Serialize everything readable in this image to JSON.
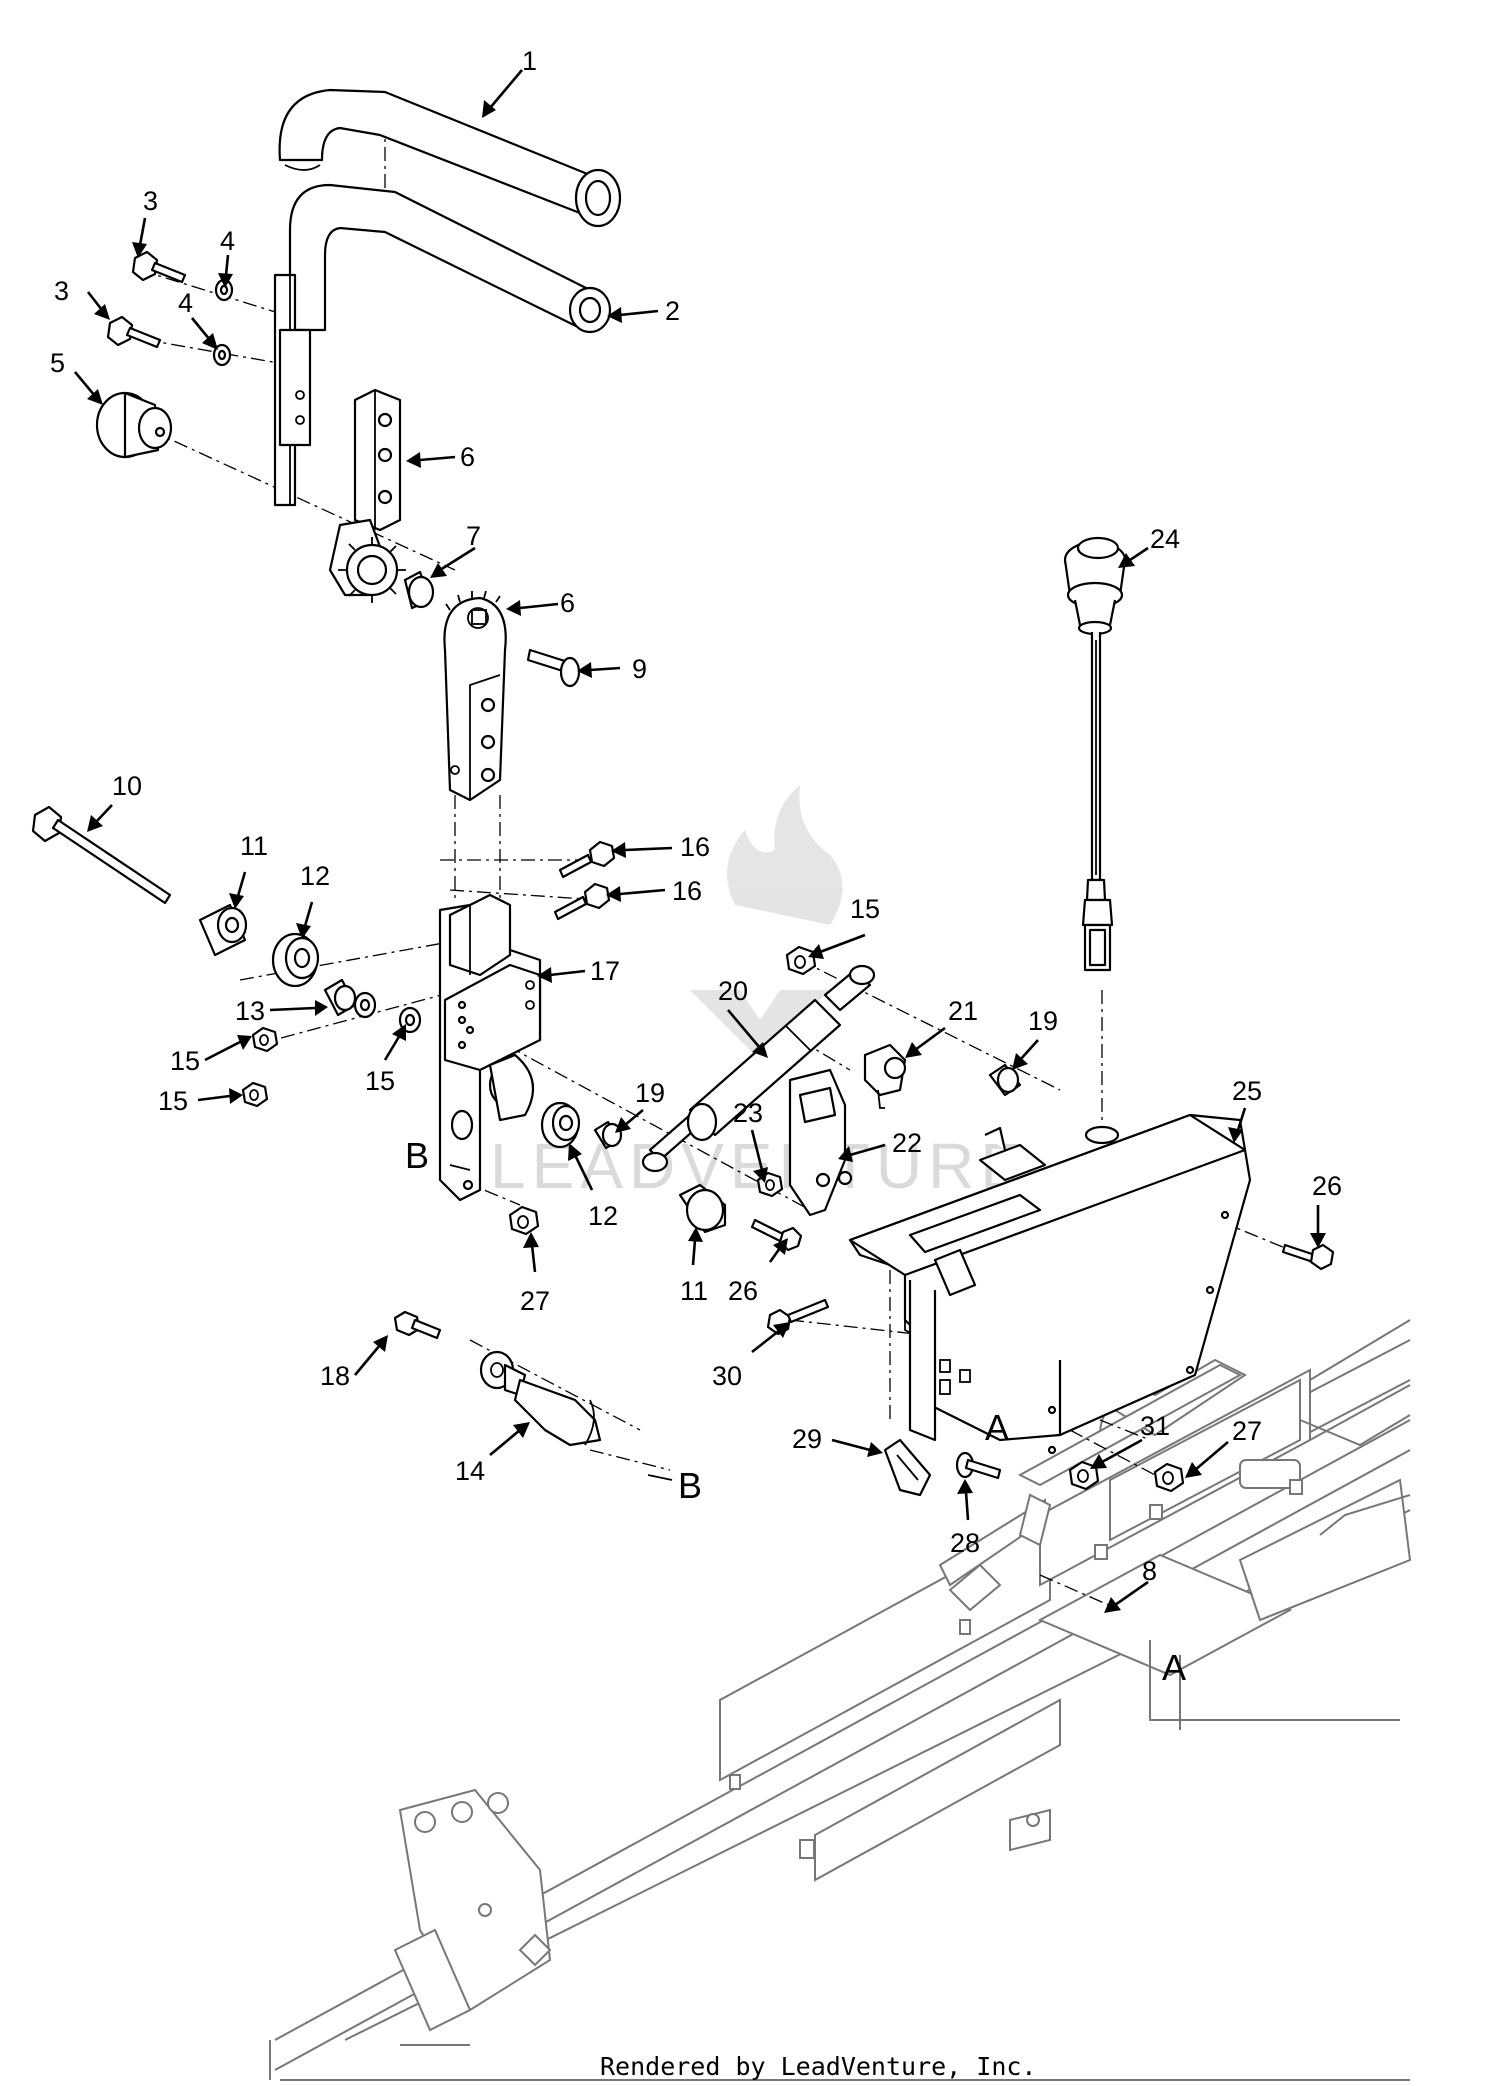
{
  "diagram": {
    "footer": "Rendered by LeadVenture, Inc.",
    "watermark": "LEADVENTURE",
    "reference_letters": [
      {
        "id": "B-upper",
        "text": "B"
      },
      {
        "id": "B-lower",
        "text": "B"
      },
      {
        "id": "A-upper",
        "text": "A"
      },
      {
        "id": "A-lower",
        "text": "A"
      }
    ],
    "callouts": [
      {
        "id": "c1",
        "label": "1"
      },
      {
        "id": "c2",
        "label": "2"
      },
      {
        "id": "c3a",
        "label": "3"
      },
      {
        "id": "c4a",
        "label": "4"
      },
      {
        "id": "c3b",
        "label": "3"
      },
      {
        "id": "c4b",
        "label": "4"
      },
      {
        "id": "c5",
        "label": "5"
      },
      {
        "id": "c6a",
        "label": "6"
      },
      {
        "id": "c7",
        "label": "7"
      },
      {
        "id": "c6b",
        "label": "6"
      },
      {
        "id": "c9",
        "label": "9"
      },
      {
        "id": "c24",
        "label": "24"
      },
      {
        "id": "c10",
        "label": "10"
      },
      {
        "id": "c11a",
        "label": "11"
      },
      {
        "id": "c12a",
        "label": "12"
      },
      {
        "id": "c16a",
        "label": "16"
      },
      {
        "id": "c16b",
        "label": "16"
      },
      {
        "id": "c17",
        "label": "17"
      },
      {
        "id": "c13",
        "label": "13"
      },
      {
        "id": "c15a",
        "label": "15"
      },
      {
        "id": "c15b",
        "label": "15"
      },
      {
        "id": "c15c",
        "label": "15"
      },
      {
        "id": "c15d",
        "label": "15"
      },
      {
        "id": "c20",
        "label": "20"
      },
      {
        "id": "c21",
        "label": "21"
      },
      {
        "id": "c19a",
        "label": "19"
      },
      {
        "id": "c19b",
        "label": "19"
      },
      {
        "id": "c25",
        "label": "25"
      },
      {
        "id": "c23",
        "label": "23"
      },
      {
        "id": "c22",
        "label": "22"
      },
      {
        "id": "c12b",
        "label": "12"
      },
      {
        "id": "c11b",
        "label": "11"
      },
      {
        "id": "c26a",
        "label": "26"
      },
      {
        "id": "c26b",
        "label": "26"
      },
      {
        "id": "c27a",
        "label": "27"
      },
      {
        "id": "c27b",
        "label": "27"
      },
      {
        "id": "c18",
        "label": "18"
      },
      {
        "id": "c30",
        "label": "30"
      },
      {
        "id": "c14",
        "label": "14"
      },
      {
        "id": "c29",
        "label": "29"
      },
      {
        "id": "c31",
        "label": "31"
      },
      {
        "id": "c28",
        "label": "28"
      },
      {
        "id": "c8",
        "label": "8"
      }
    ]
  }
}
